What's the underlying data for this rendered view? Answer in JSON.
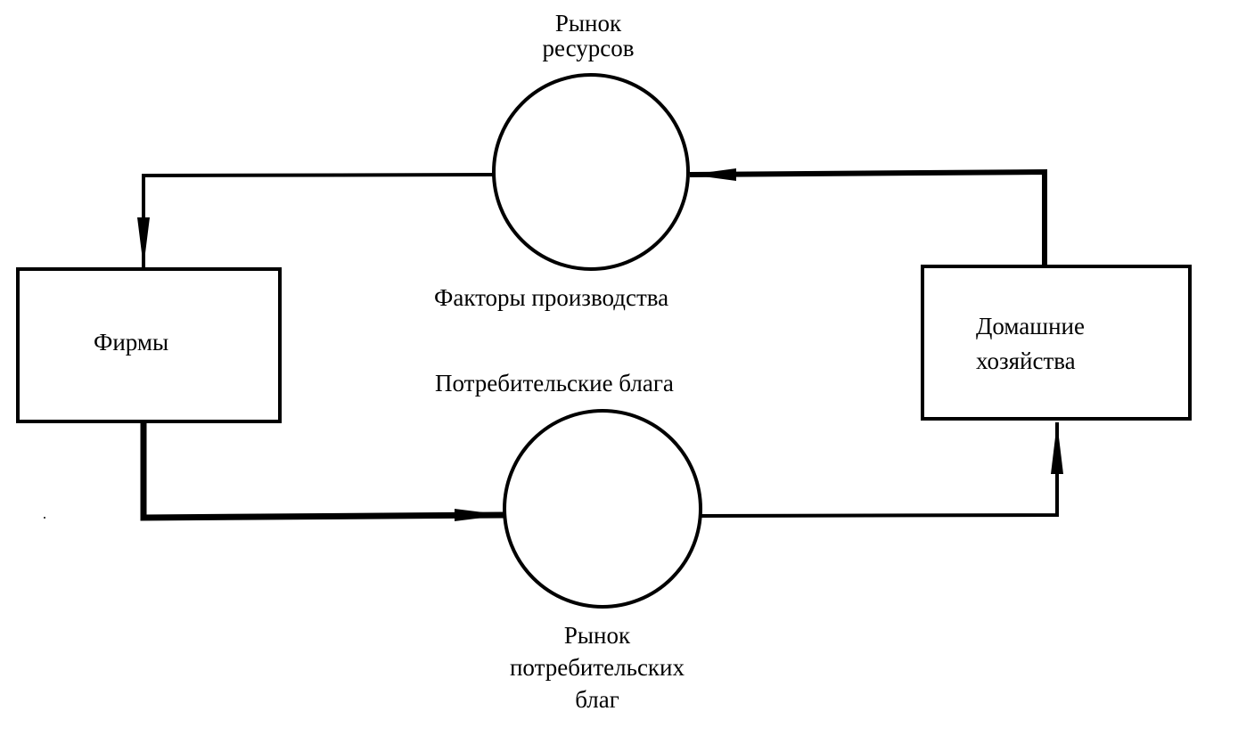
{
  "nodes": {
    "firms": {
      "label": "Фирмы"
    },
    "households": {
      "line1": "Домашние",
      "line2": "хозяйства"
    },
    "resource_market": {
      "line1": "Рынок",
      "line2": "ресурсов"
    },
    "goods_market": {
      "line1": "Рынок",
      "line2": "потребительских",
      "line3": "благ"
    }
  },
  "flows": {
    "factors": {
      "label": "Факторы производства"
    },
    "goods": {
      "label": "Потребительские блага"
    }
  },
  "colors": {
    "stroke": "#000000",
    "background": "#ffffff"
  }
}
